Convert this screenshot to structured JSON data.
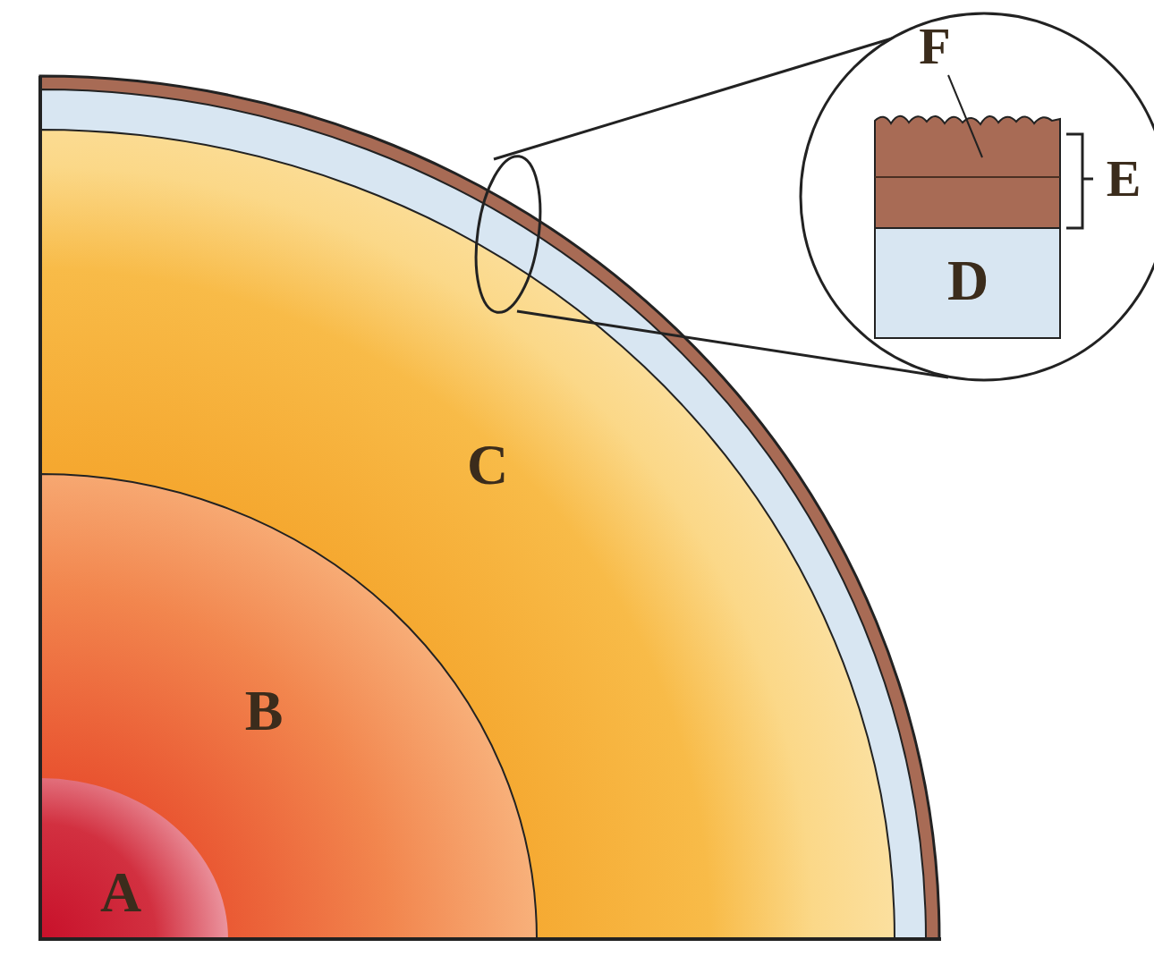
{
  "diagram": {
    "labels": [
      "F",
      "E",
      "D",
      "C",
      "B",
      "A"
    ]
  }
}
